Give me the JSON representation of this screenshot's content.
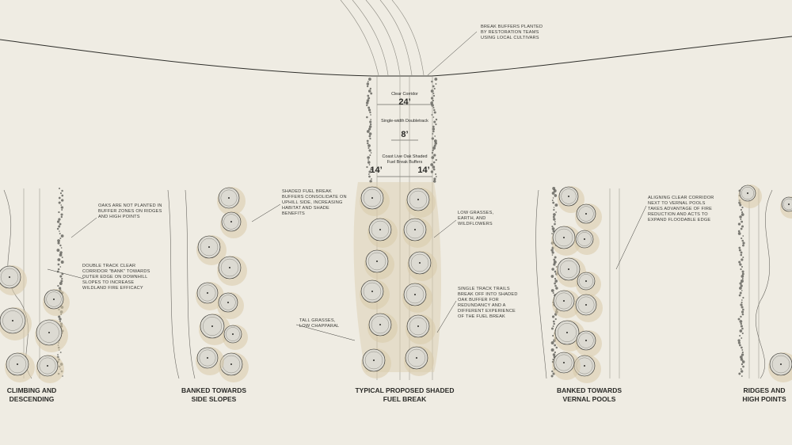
{
  "panels": [
    {
      "id": "p1",
      "title": "Climbing and Descending"
    },
    {
      "id": "p2",
      "title": "Banked Towards Side Slopes"
    },
    {
      "id": "p3",
      "title": "Typical Proposed Shaded Fuel Break"
    },
    {
      "id": "p4",
      "title": "Banked Towards Vernal Pools"
    },
    {
      "id": "p5",
      "title": "Ridges and High Points"
    }
  ],
  "annotations": {
    "break_buffers": "Break buffers planted by restoration teams using local cultivars",
    "oaks_not_planted": "Oaks are not planted in buffer zones on ridges and high points",
    "double_track": "Double track clear corridor \"bank\" towards outer edge on downhill slopes to increase wildland fire efficacy",
    "shaded_buffers": "Shaded fuel break buffers consolidate on uphill side, increasing habitat and shade benefits",
    "low_grasses": "Low grasses, earth, and wildflowers",
    "single_track": "Single track trails break off into shaded oak buffer for redundancy and a different experience of the fuel break",
    "tall_grasses": "Tall grasses, low chapparal",
    "aligning": "Aligning clear corridor next to vernal pools takes advantage of fire reduction and acts to expand floodable edge"
  },
  "dimensions": {
    "clear_corridor_label": "Clear Corridor",
    "clear_corridor_value": "24’",
    "doubletrack_label": "Single-width Doubletrack",
    "doubletrack_value": "8’",
    "buffers_label": "Coast Live Oak Shaded Fuel Break Buffers",
    "buffer_left": "14’",
    "buffer_right": "14’"
  },
  "colors": {
    "background": "#efece3",
    "tan_shadow": "#d9cbaa",
    "ink": "#2b2b28",
    "tree_fill": "#dcdad2"
  }
}
